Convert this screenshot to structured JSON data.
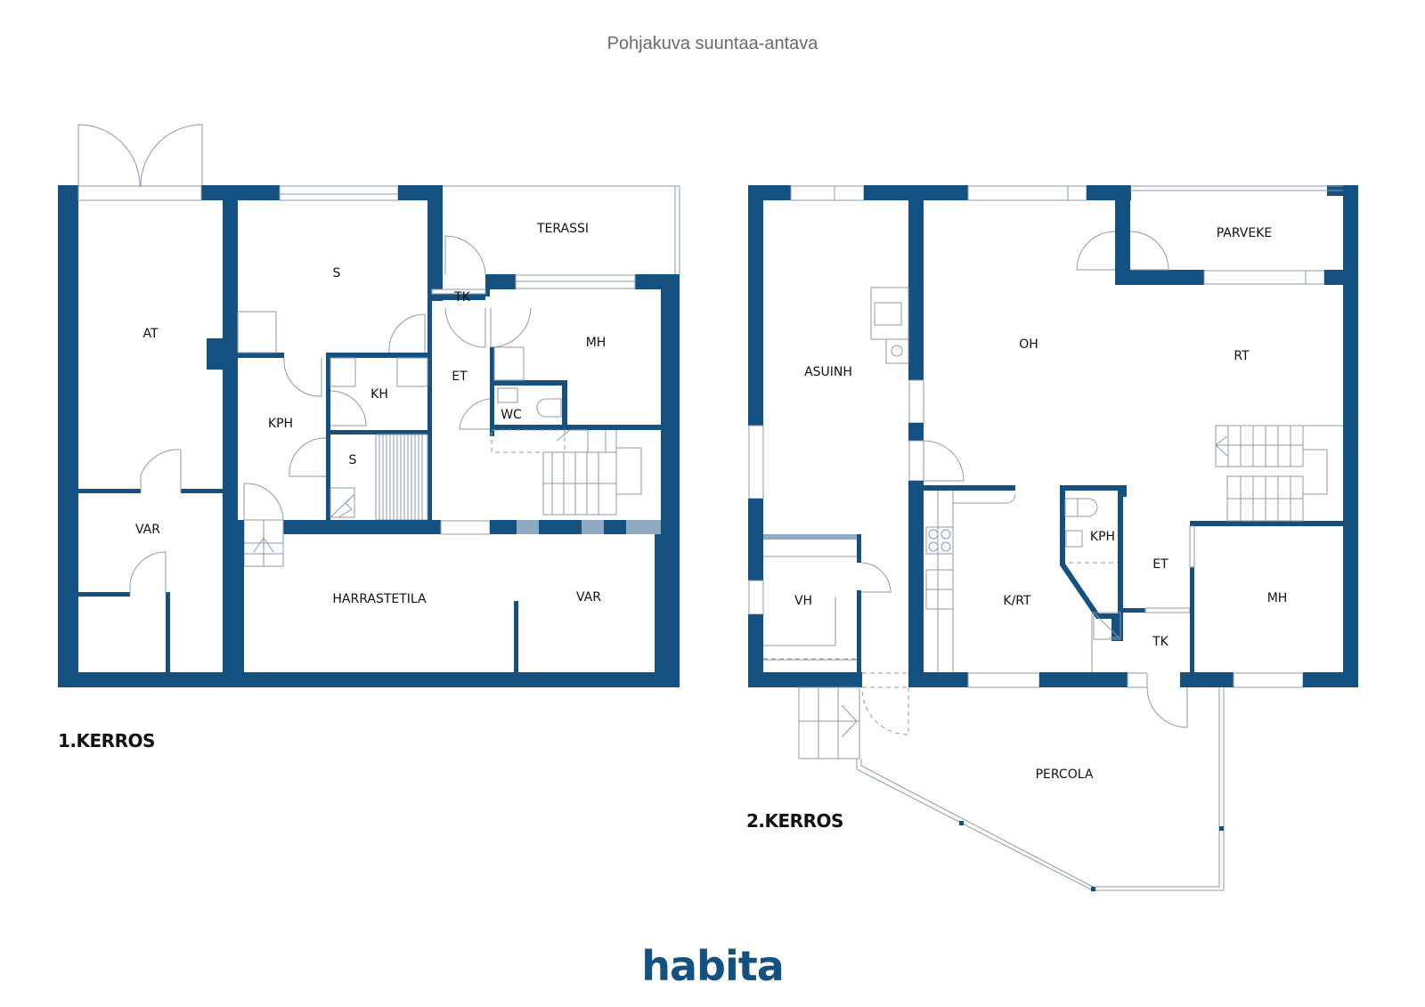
{
  "header": {
    "title": "Pohjakuva suuntaa-antava"
  },
  "colors": {
    "wall": "#145181",
    "line": "#8c9aa8",
    "title": "#6b6b6b",
    "logo": "#145181"
  },
  "floors": [
    {
      "label": "1.KERROS",
      "rooms": [
        {
          "id": "AT",
          "label": "AT"
        },
        {
          "id": "S1",
          "label": "S"
        },
        {
          "id": "TERASSI",
          "label": "TERASSI"
        },
        {
          "id": "TK",
          "label": "TK"
        },
        {
          "id": "MH",
          "label": "MH"
        },
        {
          "id": "ET",
          "label": "ET"
        },
        {
          "id": "KH",
          "label": "KH"
        },
        {
          "id": "KPH",
          "label": "KPH"
        },
        {
          "id": "WC",
          "label": "WC"
        },
        {
          "id": "S2",
          "label": "S"
        },
        {
          "id": "VAR1",
          "label": "VAR"
        },
        {
          "id": "HARRASTETILA",
          "label": "HARRASTETILA"
        },
        {
          "id": "VAR2",
          "label": "VAR"
        }
      ]
    },
    {
      "label": "2.KERROS",
      "rooms": [
        {
          "id": "ASUINH",
          "label": "ASUINH"
        },
        {
          "id": "OH",
          "label": "OH"
        },
        {
          "id": "PARVEKE",
          "label": "PARVEKE"
        },
        {
          "id": "RT",
          "label": "RT"
        },
        {
          "id": "VH",
          "label": "VH"
        },
        {
          "id": "KRT",
          "label": "K/RT"
        },
        {
          "id": "KPH",
          "label": "KPH"
        },
        {
          "id": "ET",
          "label": "ET"
        },
        {
          "id": "TK",
          "label": "TK"
        },
        {
          "id": "MH",
          "label": "MH"
        },
        {
          "id": "PERCOLA",
          "label": "PERCOLA"
        }
      ]
    }
  ],
  "logo": {
    "text": "habita"
  }
}
